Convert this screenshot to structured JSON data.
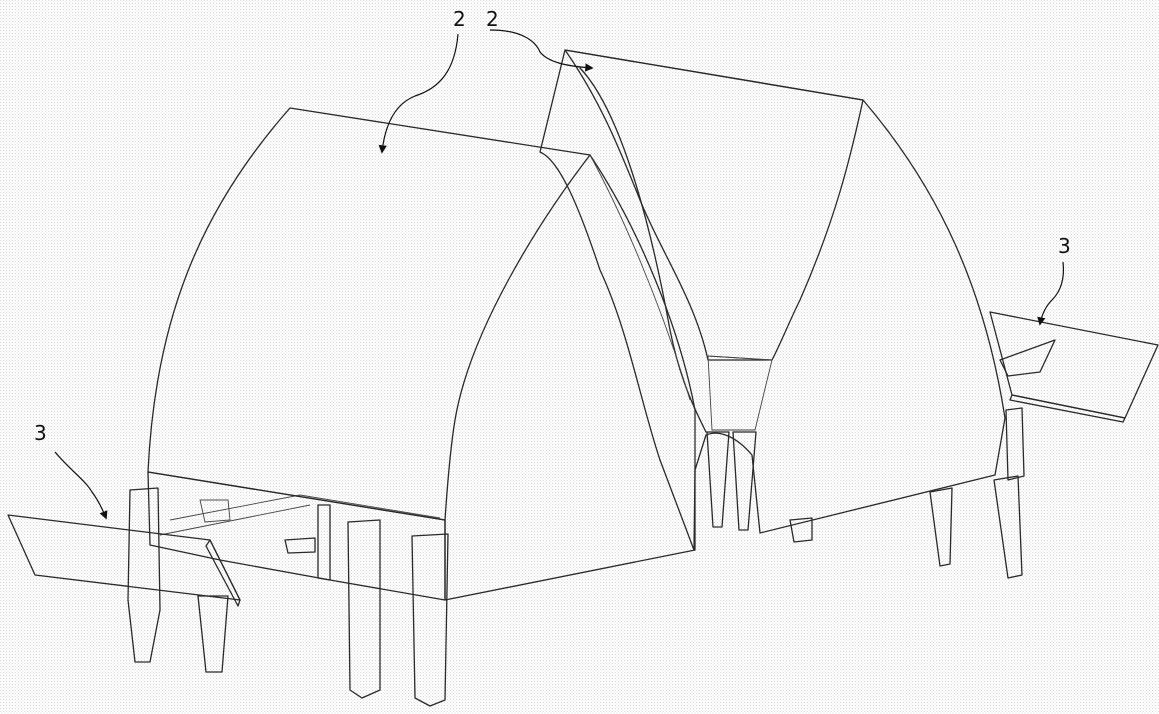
{
  "labels": {
    "top_left_ref": "2",
    "top_right_ref": "2",
    "left_ramp_ref": "3",
    "right_ramp_ref": "3"
  },
  "colors": {
    "background": "#ffffff",
    "paper_dither": "#e9e9e9",
    "panel": "#ffffff",
    "stroke": "#2a2a2a",
    "leg_fill": "#f2f2f2",
    "leg_shade": "#cfcfcf"
  }
}
